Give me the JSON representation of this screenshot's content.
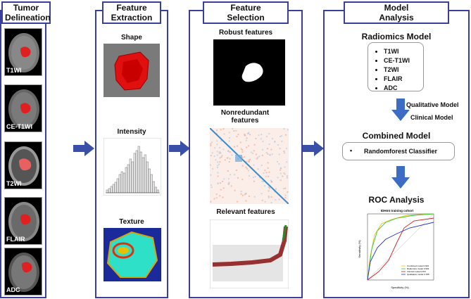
{
  "headers": {
    "tumor": "Tumor Delineation",
    "feature_extraction": "Feature Extraction",
    "feature_selection": "Feature Selection",
    "model_analysis": "Model Analysis"
  },
  "tumor_images": [
    "T1WI",
    "CE-T1WI",
    "T2WI",
    "FLAIR",
    "ADC"
  ],
  "extraction": {
    "shape": "Shape",
    "intensity": "Intensity",
    "texture": "Texture"
  },
  "selection": {
    "robust": "Robust features",
    "nonredundant": "Nonredundant features",
    "relevant": "Relevant features"
  },
  "model": {
    "radiomics_title": "Radiomics Model",
    "sequences": [
      "T1WI",
      "CE-T1WI",
      "T2WI",
      "FLAIR",
      "ADC"
    ],
    "qualitative": "Qualitative Model",
    "clinical": "Clinical Model",
    "combined_title": "Combined Model",
    "classifier": "Randomforest Classifier",
    "roc_title": "ROC Analysis"
  },
  "roc": {
    "title": "IDHmt training cohort",
    "ylabel": "Sensitivity (%)",
    "xlabel": "Specificity (%)",
    "legend": [
      "Combined model  0.933",
      "Radiomics model  0.903",
      "Clinical model  0.872",
      "Qualitative model  0.785"
    ],
    "colors": [
      "#e8c400",
      "#33cc33",
      "#cc2222",
      "#2233cc"
    ]
  },
  "colors": {
    "border": "#3a3f9a",
    "arrow": "#3a4fa8",
    "down_arrow": "#3d6cc4"
  }
}
